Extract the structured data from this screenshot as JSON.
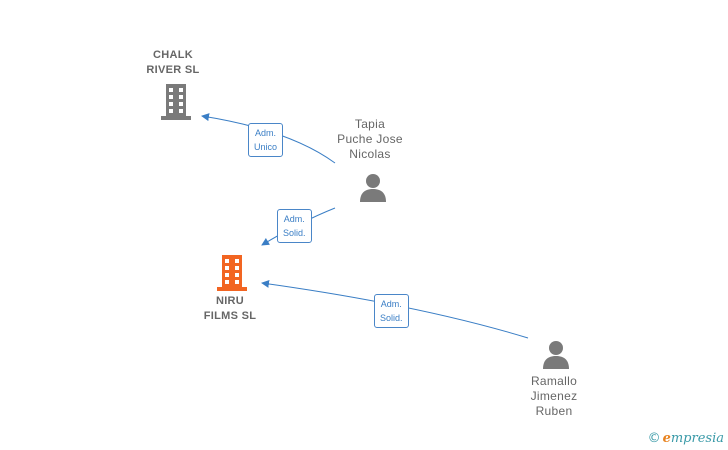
{
  "nodes": {
    "chalk_river": {
      "label": "CHALK\nRIVER SL",
      "color": "#7a7a7a",
      "kind": "company"
    },
    "tapia": {
      "label": "Tapia\nPuche Jose\nNicolas",
      "color": "#7a7a7a",
      "kind": "person"
    },
    "niru_films": {
      "label": "NIRU\nFILMS SL",
      "color": "#7a7a7a",
      "icon_color": "#f26522",
      "kind": "company"
    },
    "ramallo": {
      "label": "Ramallo\nJimenez\nRuben",
      "color": "#7a7a7a",
      "kind": "person"
    }
  },
  "edges": [
    {
      "from": "tapia",
      "to": "chalk_river",
      "label": "Adm.\nUnico"
    },
    {
      "from": "tapia",
      "to": "niru_films",
      "label": "Adm.\nSolid."
    },
    {
      "from": "ramallo",
      "to": "niru_films",
      "label": "Adm.\nSolid."
    }
  ],
  "edge_color": "#3a7ec5",
  "watermark": {
    "copyright": "©",
    "brand_first": "e",
    "brand_rest": "mpresia"
  }
}
